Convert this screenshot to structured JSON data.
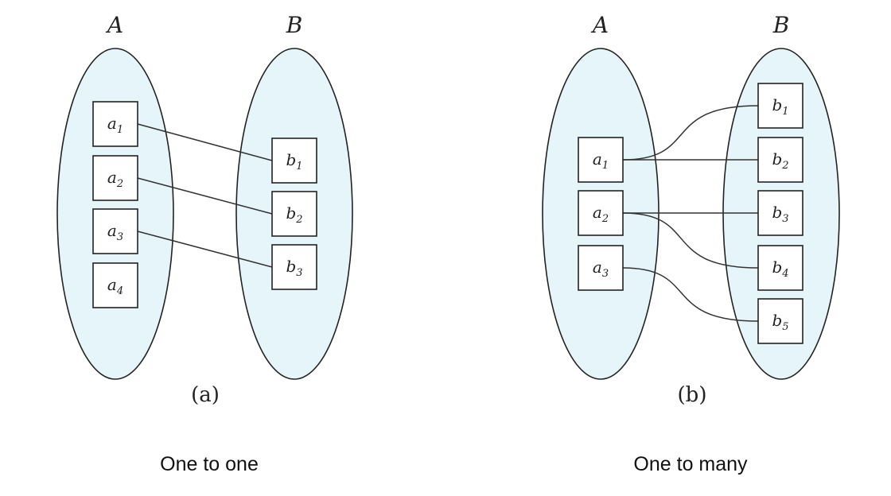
{
  "panels": {
    "a": {
      "label": "(a)",
      "caption": "One to one",
      "set_a": {
        "title": "A",
        "elements": [
          {
            "base": "a",
            "sub": "1"
          },
          {
            "base": "a",
            "sub": "2"
          },
          {
            "base": "a",
            "sub": "3"
          },
          {
            "base": "a",
            "sub": "4"
          }
        ]
      },
      "set_b": {
        "title": "B",
        "elements": [
          {
            "base": "b",
            "sub": "1"
          },
          {
            "base": "b",
            "sub": "2"
          },
          {
            "base": "b",
            "sub": "3"
          }
        ]
      },
      "mappings": [
        {
          "from": "a1",
          "to": "b1"
        },
        {
          "from": "a2",
          "to": "b2"
        },
        {
          "from": "a3",
          "to": "b3"
        }
      ]
    },
    "b": {
      "label": "(b)",
      "caption": "One to many",
      "set_a": {
        "title": "A",
        "elements": [
          {
            "base": "a",
            "sub": "1"
          },
          {
            "base": "a",
            "sub": "2"
          },
          {
            "base": "a",
            "sub": "3"
          }
        ]
      },
      "set_b": {
        "title": "B",
        "elements": [
          {
            "base": "b",
            "sub": "1"
          },
          {
            "base": "b",
            "sub": "2"
          },
          {
            "base": "b",
            "sub": "3"
          },
          {
            "base": "b",
            "sub": "4"
          },
          {
            "base": "b",
            "sub": "5"
          }
        ]
      },
      "mappings": [
        {
          "from": "a1",
          "to": "b1"
        },
        {
          "from": "a1",
          "to": "b2"
        },
        {
          "from": "a2",
          "to": "b3"
        },
        {
          "from": "a2",
          "to": "b4"
        },
        {
          "from": "a3",
          "to": "b5"
        }
      ]
    }
  }
}
